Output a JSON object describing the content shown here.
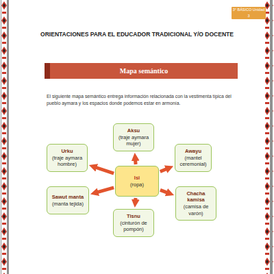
{
  "diagram": {
    "title": "ORIENTACIONES PARA EL EDUCADOR TRADICIONAL Y/O DOCENTE",
    "nodes": [
      {
        "text": [
          "Mapa semántico"
        ]
      },
      {
        "text": [
          "Aksu",
          "(traje aymara mujer)"
        ]
      },
      {
        "text": [
          "Urku",
          "(traje aymara hombre)"
        ]
      },
      {
        "text": [
          "Awayu",
          "(mantel ceremonial)"
        ]
      },
      {
        "text": [
          "Isi",
          "(ropa)"
        ]
      },
      {
        "text": [
          "Sawut manta",
          "(manta tejida)"
        ]
      },
      {
        "text": [
          "Chacha kamisa",
          "(camisa de varón)"
        ]
      },
      {
        "text": [
          "Tisnu",
          "(cinturón de pompón)"
        ]
      }
    ],
    "edges": [
      {
        "from": 4,
        "to": 1,
        "arrow": "to"
      },
      {
        "from": 4,
        "to": 2,
        "arrow": "to"
      },
      {
        "from": 4,
        "to": 3,
        "arrow": "to"
      },
      {
        "from": 4,
        "to": 5,
        "arrow": "to"
      },
      {
        "from": 4,
        "to": 6,
        "arrow": "to"
      },
      {
        "from": 4,
        "to": 7,
        "arrow": "to"
      }
    ],
    "labels": [
      "3° BÁSICO Unidad 3",
      "El siguiente mapa semántico entrega información relacionada con la vestimenta típica del pueblo aymara y los espacios donde podemos estar en armonía."
    ]
  }
}
